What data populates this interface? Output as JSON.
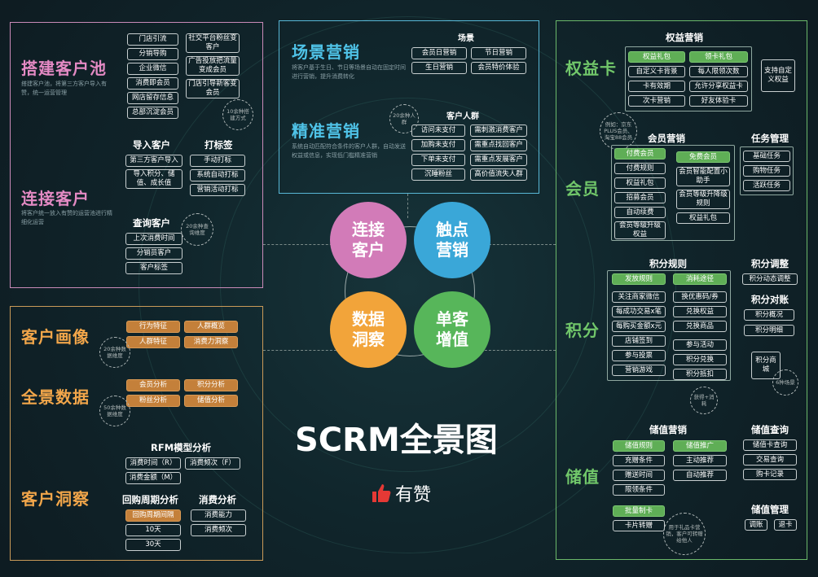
{
  "center": {
    "title": "SCRM全景图",
    "logo": "有赞",
    "circles": [
      {
        "label": "连接客户",
        "color": "#d27bb8"
      },
      {
        "label": "触点营销",
        "color": "#3aa7d8"
      },
      {
        "label": "数据洞察",
        "color": "#f2a43a"
      },
      {
        "label": "单客增值",
        "color": "#57b65a"
      }
    ]
  },
  "build_pool": {
    "title": "搭建客户池",
    "desc": "搭建客户池，将第三方客户导入有赞，统一运营管理",
    "col1": [
      "门店引流",
      "分销导购",
      "企业微信",
      "消费即会员",
      "网店留存信息",
      "总部沉淀会员"
    ],
    "col2": [
      "社交平台粉丝变客户",
      "广告投放把流量变成会员",
      "门店引导新客变会员"
    ],
    "dash": "10余种搭建方式"
  },
  "connect": {
    "title": "连接客户",
    "desc": "将客户统一放入有赞的运营池进行精细化运营",
    "import_title": "导入客户",
    "import": [
      "第三方客户导入",
      "导入积分、储值、成长值"
    ],
    "tag_title": "打标签",
    "tags": [
      "手动打标",
      "系统自动打标",
      "营销活动打标"
    ],
    "query_title": "查询客户",
    "query": [
      "上次消费时间",
      "分销员客户",
      "客户标签"
    ],
    "dash": "20余种查询维度"
  },
  "scene": {
    "title": "场景营销",
    "desc": "将客户基于生日、节日等场景自动在固定时间进行营销，提升消费转化",
    "list_title": "场景",
    "list": [
      "会员日营销",
      "节日营销",
      "生日营销",
      "会员特价体验"
    ]
  },
  "precise": {
    "title": "精准营销",
    "desc": "系统自动匹配符合条件的客户人群，自动发送权益或信息，实现低门槛精准营销",
    "list_title": "客户人群",
    "list": [
      "访问未支付",
      "需刺激消费客户",
      "加购未支付",
      "需重点找回客户",
      "下单未支付",
      "需重点发展客户",
      "沉睡粉丝",
      "高价值流失人群"
    ],
    "dash": "20余种人群"
  },
  "portrait": {
    "title": "客户画像",
    "items": [
      "行为特征",
      "人群概览",
      "人群特征",
      "消费力洞察"
    ],
    "dash": "20余种数据维度"
  },
  "panorama": {
    "title": "全景数据",
    "items": [
      "会员分析",
      "积分分析",
      "粉丝分析",
      "储值分析"
    ],
    "dash": "50余种数据维度"
  },
  "insight": {
    "title": "客户洞察",
    "rfm_title": "RFM模型分析",
    "rfm": [
      "消费时间（R）",
      "消费频次（F）",
      "消费金额（M）"
    ],
    "cycle_title": "回购周期分析",
    "cycle": [
      "回购周期间隔",
      "10天",
      "30天"
    ],
    "consume_title": "消费分析",
    "consume": [
      "消费能力",
      "消费频次"
    ]
  },
  "benefit": {
    "title": "权益卡",
    "sub": "权益营销",
    "items": [
      "权益礼包",
      "领卡礼包",
      "自定义卡背景",
      "每人限领次数",
      "卡有效期",
      "允许分享权益卡",
      "次卡营销",
      "好友体验卡"
    ],
    "side": "支持自定义权益",
    "dash": "例如：京东 PLUS会员、淘宝88会员"
  },
  "member": {
    "title": "会员",
    "sub": "会员营销",
    "items": [
      "付费会员",
      "付费规则",
      "权益礼包",
      "招募会员",
      "自动续费",
      "会员等级升级权益"
    ],
    "items2": [
      "免费会员",
      "会员智能配置小助手",
      "会员等级升降级规则",
      "权益礼包"
    ],
    "task_title": "任务管理",
    "task": [
      "基础任务",
      "购物任务",
      "活跃任务"
    ]
  },
  "points": {
    "title": "积分",
    "rule_title": "积分规则",
    "rule": [
      "发放规则",
      "消耗途径"
    ],
    "gain": [
      "关注商家微信",
      "每成功交易x笔",
      "每购买金额x元",
      "店铺签到",
      "参与投票",
      "营销游戏"
    ],
    "use": [
      "换优惠码/券",
      "兑换权益",
      "兑换商品",
      "参与活动",
      "积分兑换",
      "积分抵扣"
    ],
    "adjust_title": "积分调整",
    "adjust": [
      "积分动态调整"
    ],
    "check_title": "积分对账",
    "check": [
      "积分概况",
      "积分明细"
    ],
    "mall": "积分商城",
    "dash1": "6种场景",
    "dash2": "获得+消耗"
  },
  "stored": {
    "title": "储值",
    "sub": "储值营销",
    "items": [
      "储值规则",
      "储值推广",
      "充赠条件",
      "主动推荐",
      "赠送时间",
      "自动推荐",
      "限领条件"
    ],
    "card": [
      "批量制卡",
      "卡片转赠"
    ],
    "dash": "用于礼品卡营销，客户可转赠给他人",
    "query_title": "储值查询",
    "query": [
      "储值卡查询",
      "交易查询",
      "购卡记录"
    ],
    "manage_title": "储值管理",
    "manage": [
      "调账",
      "退卡"
    ]
  },
  "colors": {
    "pink": "#e48ac4",
    "blue": "#4fc3e8",
    "orange": "#f2a64a",
    "green": "#71c76a"
  }
}
